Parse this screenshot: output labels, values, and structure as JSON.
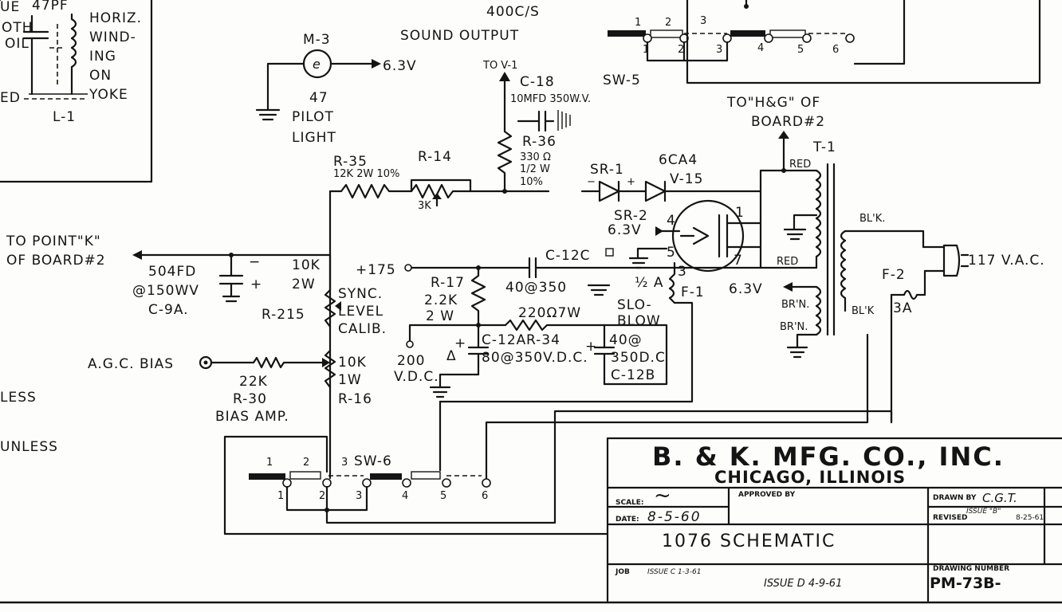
{
  "sheet": {
    "top_left_block": {
      "label_ue": "UE",
      "label_47pf": "47PF",
      "label_oth": "OTH",
      "label_oil": "OIL",
      "label_ed": "ED",
      "horiz_winding_lines": [
        "HORIZ.",
        "WIND-",
        "ING",
        "ON",
        "YOKE"
      ],
      "l1": "L-1"
    },
    "left_notes": [
      "LESS",
      "UNLESS"
    ],
    "pilot": {
      "ref": "M-3",
      "lines": [
        "47",
        "PILOT",
        "LIGHT"
      ],
      "voltage": "6.3V"
    },
    "sound": {
      "line1": "400C/S",
      "line2": "SOUND OUTPUT"
    },
    "c18": {
      "to": "TO V-1",
      "ref": "C-18",
      "value": "10MFD 350W.V."
    },
    "r36": {
      "ref": "R-36",
      "lines": [
        "330 Ω",
        "1/2 W",
        "10%"
      ]
    },
    "sw5": {
      "ref": "SW-5",
      "upper": [
        "1",
        "2",
        "3"
      ],
      "lower": [
        "1",
        "2",
        "3",
        "4",
        "5",
        "6"
      ]
    },
    "board_ref": {
      "line1": "TO\"H&G\" OF",
      "line2": "BOARD#2"
    },
    "transformer": {
      "ref": "T-1",
      "red1": "RED",
      "red2": "RED",
      "blk1": "BL'K.",
      "blk2": "BL'K",
      "brn1": "BR'N.",
      "brn2": "BR'N.",
      "v63": "6.3V"
    },
    "r35": {
      "ref": "R-35",
      "value": "12K 2W 10%"
    },
    "r14": {
      "ref": "R-14",
      "value": "3K"
    },
    "rect": {
      "sr1": "SR-1",
      "sr2": "SR-2",
      "tube": "6CA4",
      "tube_ref": "V-15",
      "sr2_v": "6.3V",
      "pin1": "1",
      "pin3": "3",
      "pin4": "4",
      "pin5": "5",
      "pin7": "7"
    },
    "mains": {
      "voltage": "117 V.A.C.",
      "fuse": "F-2",
      "rating": "3A"
    },
    "fuse1": {
      "rating": "½ A",
      "ref": "F-1",
      "type1": "SLO-",
      "type2": "BLOW"
    },
    "point_k": {
      "line1": "TO POINT\"K\"",
      "line2": "OF BOARD#2"
    },
    "c9a": {
      "value": "504FD",
      "rating": "@150WV",
      "ref": "C-9A."
    },
    "r215": {
      "value1": "10K",
      "value2": "2W",
      "ref": "R-215",
      "func": [
        "SYNC.",
        "LEVEL",
        "CALIB."
      ]
    },
    "b175": "+175",
    "c12c": {
      "ref": "C-12C",
      "value": "40@350"
    },
    "r17": {
      "ref": "R-17",
      "value": "2.2K",
      "watt": "2 W"
    },
    "r34": {
      "ref": "R-34",
      "value": "220Ω7W"
    },
    "c12a": {
      "ref": "C-12A",
      "value": "80@350V.D.C."
    },
    "c12b": {
      "ref": "C-12B",
      "value1": "40@",
      "value2": "350D.C"
    },
    "vdc200": [
      "200",
      "V.D.C."
    ],
    "agc": {
      "label": "A.G.C. BIAS",
      "value": "22K",
      "ref": "R-30",
      "func": "BIAS AMP."
    },
    "r16": {
      "value1": "10K",
      "value2": "1W",
      "ref": "R-16"
    },
    "sw6": {
      "ref": "SW-6",
      "upper": [
        "1",
        "2",
        "3"
      ],
      "lower": [
        "1",
        "2",
        "3",
        "4",
        "5",
        "6"
      ]
    },
    "title_block": {
      "company": "B. & K. MFG. CO., INC.",
      "city": "CHICAGO,   ILLINOIS",
      "scale_label": "SCALE:",
      "scale_value": "~",
      "approved_label": "APPROVED BY",
      "drawn_label": "DRAWN BY",
      "drawn_value": "C.G.T.",
      "issue_b": "ISSUE \"B\"",
      "issue_b_date": "8-25-61",
      "date_label": "DATE:",
      "date_value": "8-5-60",
      "revised_label": "REVISED",
      "title": "1076 SCHEMATIC",
      "job_label": "JOB",
      "issue_c": "ISSUE C  1-3-61",
      "issue_d": "ISSUE D  4-9-61",
      "drawing_label": "DRAWING NUMBER",
      "drawing_number": "PM-73B-"
    }
  }
}
